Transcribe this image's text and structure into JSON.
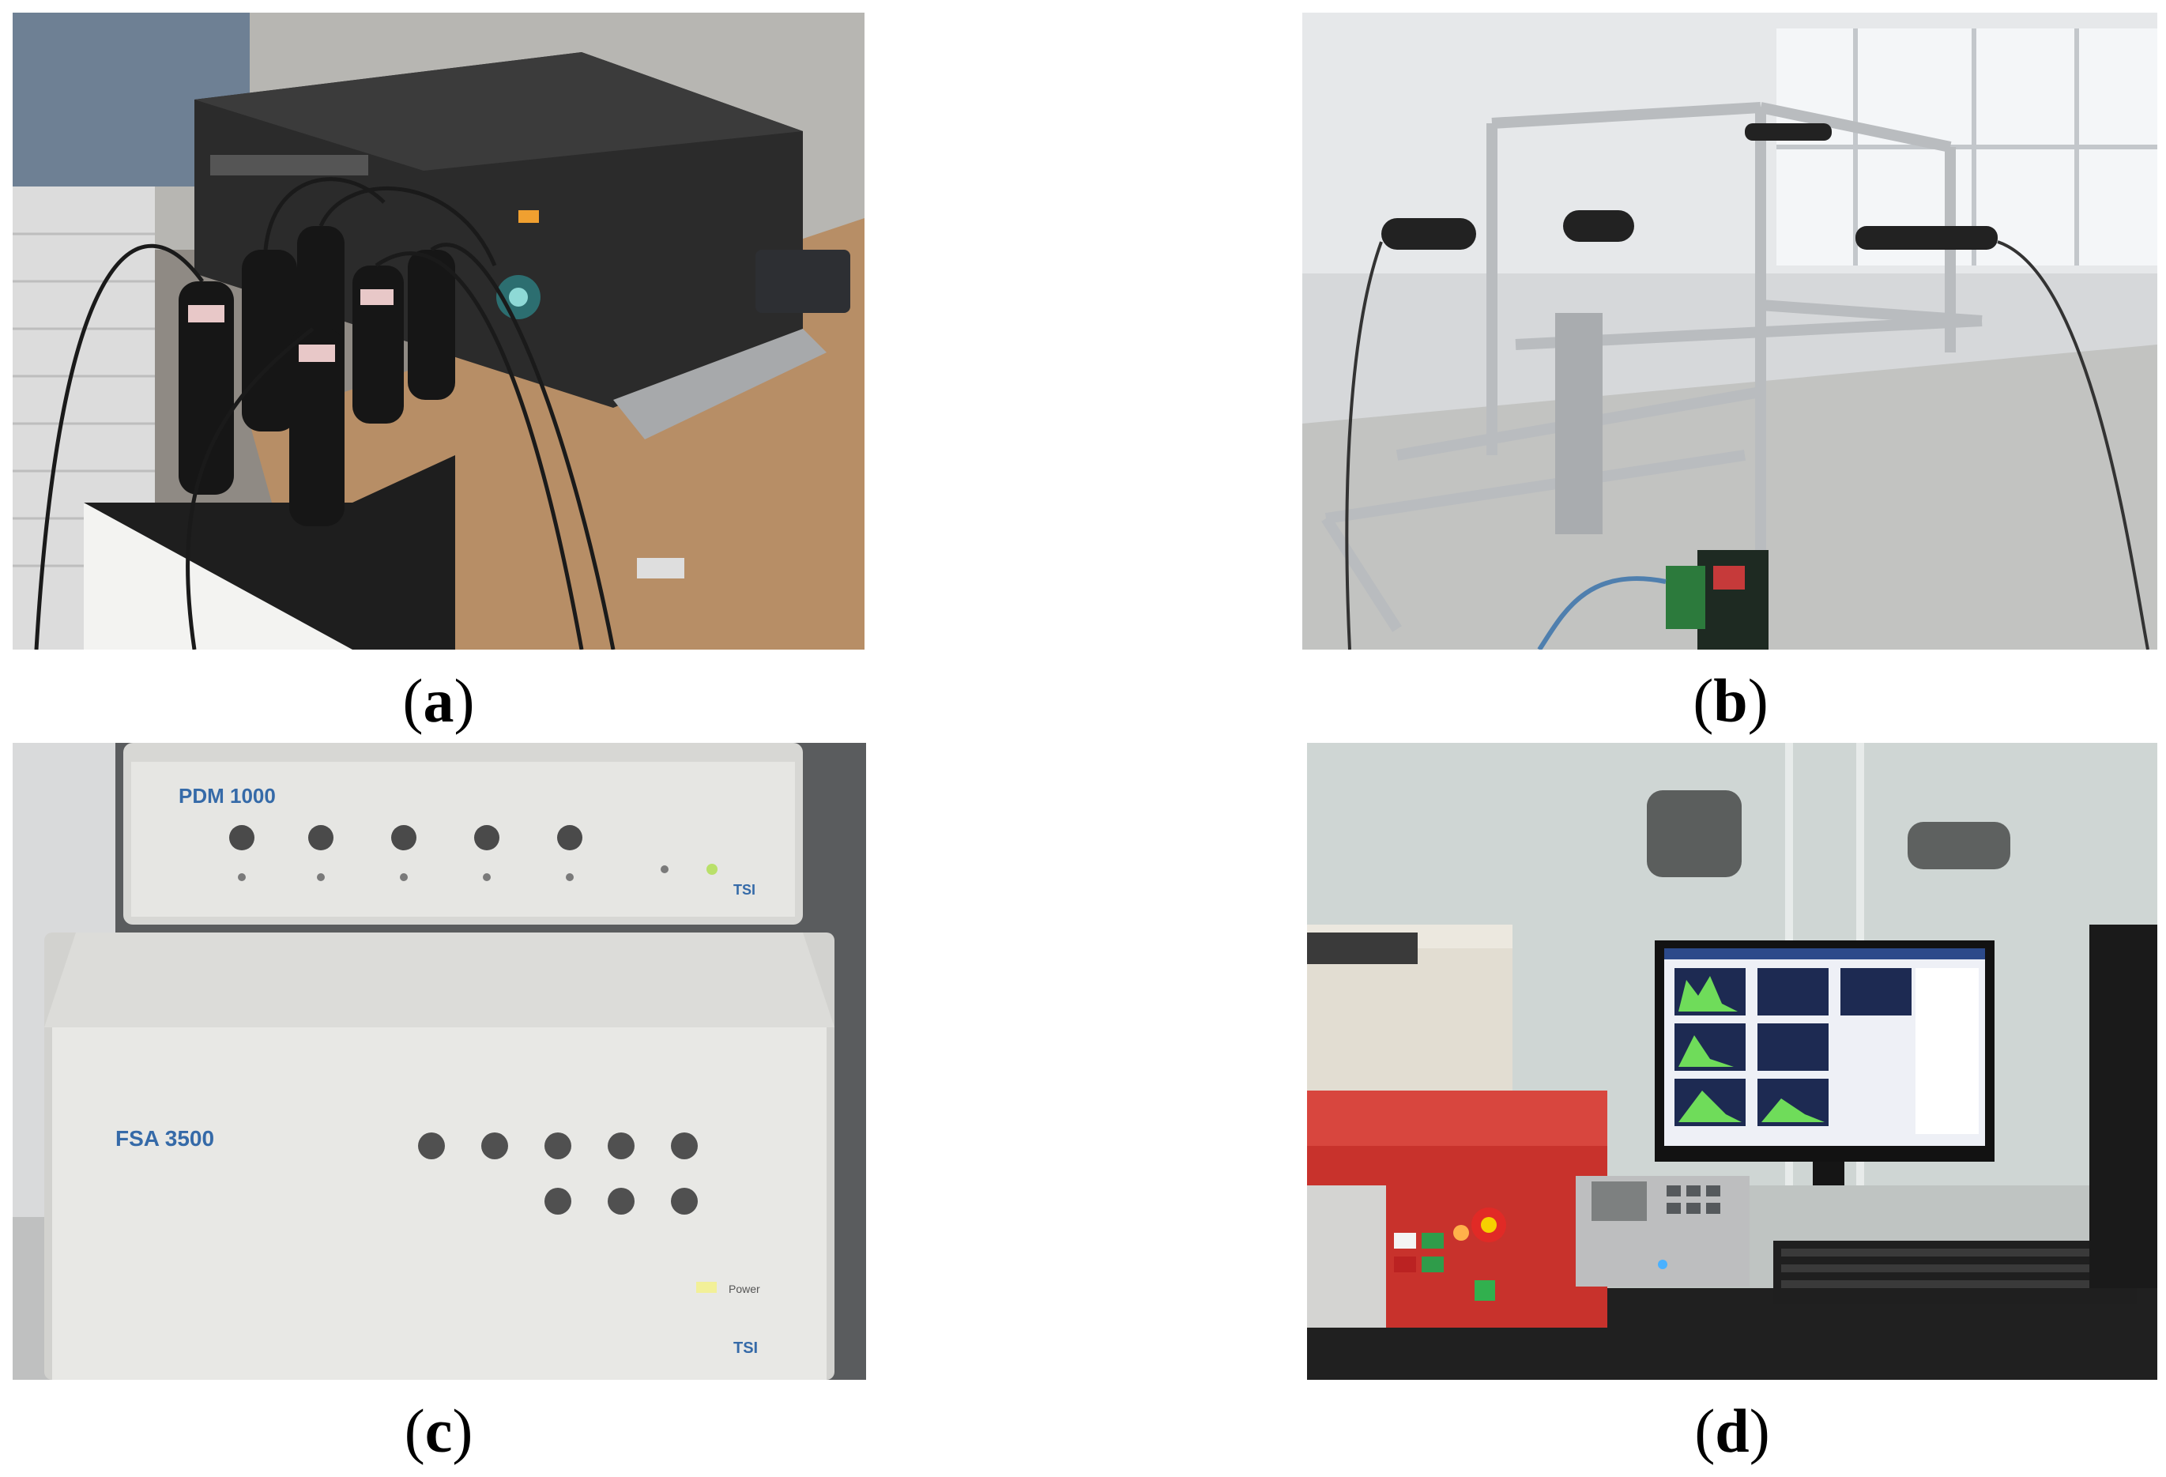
{
  "panels": [
    {
      "id": "a",
      "caption_open": "(",
      "caption_letter": "a",
      "caption_close": ")"
    },
    {
      "id": "b",
      "caption_open": "(",
      "caption_letter": "b",
      "caption_close": ")"
    },
    {
      "id": "c",
      "caption_open": "(",
      "caption_letter": "c",
      "caption_close": ")",
      "labels": {
        "pdm": "PDM 1000",
        "fsa": "FSA 3500",
        "tsi": "TSI",
        "power": "Power"
      }
    },
    {
      "id": "d",
      "caption_open": "(",
      "caption_letter": "d",
      "caption_close": ")"
    }
  ],
  "colors": {
    "laser_body": "#2b2b2b",
    "instrument_grey": "#e6e6e3",
    "frame_aluminium": "#b9bcbf",
    "console_red": "#c8322c",
    "screen_blue": "#1d2a52"
  }
}
